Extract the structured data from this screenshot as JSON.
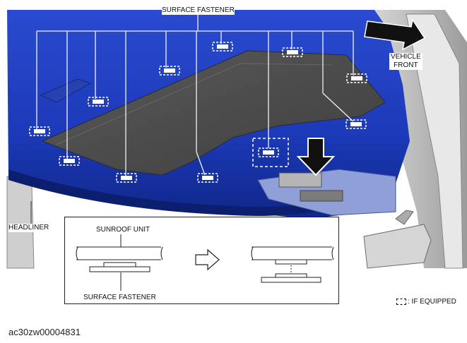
{
  "labels": {
    "surface_fastener_top": "SURFACE FASTENER",
    "vehicle_front_line1": "VEHICLE",
    "vehicle_front_line2": "FRONT",
    "headliner": "HEADLINER",
    "sunroof_unit": "SUNROOF UNIT",
    "surface_fastener_inset": "SURFACE FASTENER",
    "if_equipped": ": IF EQUIPPED"
  },
  "figure_id": "ac30zw00004831",
  "colors": {
    "headliner_blue": "#1f3fbf",
    "headliner_dark": "#0d2276",
    "sunroof_glass": "#4d4d4d",
    "frame_gray": "#b9b9b9"
  },
  "icons": [
    "vehicle-front-arrow-icon",
    "down-arrow-icon",
    "transition-arrow-icon"
  ]
}
